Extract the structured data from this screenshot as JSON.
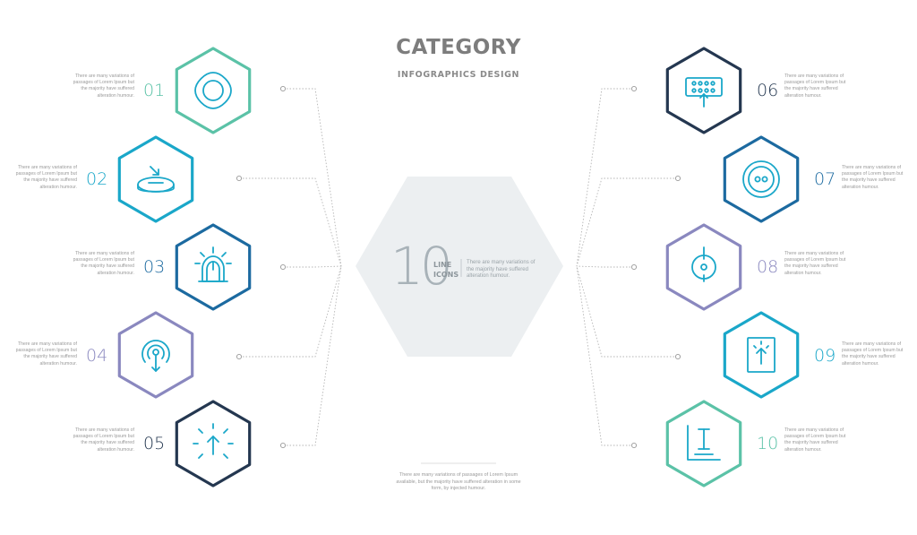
{
  "header": {
    "title": "CATEGORY",
    "subtitle": "INFOGRAPHICS DESIGN"
  },
  "center": {
    "big_number": "10",
    "label_line1": "LINE",
    "label_line2": "ICONS",
    "description": "There are many variations of the majority have suffered alteration humour."
  },
  "footer": {
    "text": "There are many variations of passages of Lorem Ipsum available, but the majority have suffered alteration in some form, by injected humour."
  },
  "items": [
    {
      "number": "01",
      "description": "There are many variations of passages of Lorem Ipsum but the majority have suffered alteration humour.",
      "color": "#5bc2a7",
      "icon": "circle-in-rounded-square-icon"
    },
    {
      "number": "02",
      "description": "There are many variations of passages of Lorem Ipsum but the majority have suffered alteration humour.",
      "color": "#1aa7c9",
      "icon": "download-to-tray-icon"
    },
    {
      "number": "03",
      "description": "There are many variations of passages of Lorem Ipsum but the majority have suffered alteration humour.",
      "color": "#1c6aa0",
      "icon": "alarm-light-icon"
    },
    {
      "number": "04",
      "description": "There are many variations of passages of Lorem Ipsum but the majority have suffered alteration humour.",
      "color": "#8a88bf",
      "icon": "user-signal-icon"
    },
    {
      "number": "05",
      "description": "There are many variations of passages of Lorem Ipsum but the majority have suffered alteration humour.",
      "color": "#243750",
      "icon": "arrow-up-burst-icon"
    },
    {
      "number": "06",
      "description": "There are many variations of passages of Lorem Ipsum but the majority have suffered alteration humour.",
      "color": "#243750",
      "icon": "keyboard-cursor-icon"
    },
    {
      "number": "07",
      "description": "There are many variations of passages of Lorem Ipsum but the majority have suffered alteration humour.",
      "color": "#1c6aa0",
      "icon": "button-two-holes-icon"
    },
    {
      "number": "08",
      "description": "There are many variations of passages of Lorem Ipsum but the majority have suffered alteration humour.",
      "color": "#8a88bf",
      "icon": "target-crosshair-icon"
    },
    {
      "number": "09",
      "description": "There are many variations of passages of Lorem Ipsum but the majority have suffered alteration humour.",
      "color": "#1aa7c9",
      "icon": "arrow-card-icon"
    },
    {
      "number": "10",
      "description": "There are many variations of passages of Lorem Ipsum but the majority have suffered alteration humour.",
      "color": "#5bc2a7",
      "icon": "text-cursor-board-icon"
    }
  ],
  "colors": {
    "center_hex_fill": "#eceff1",
    "connector": "#b5b5b5"
  }
}
